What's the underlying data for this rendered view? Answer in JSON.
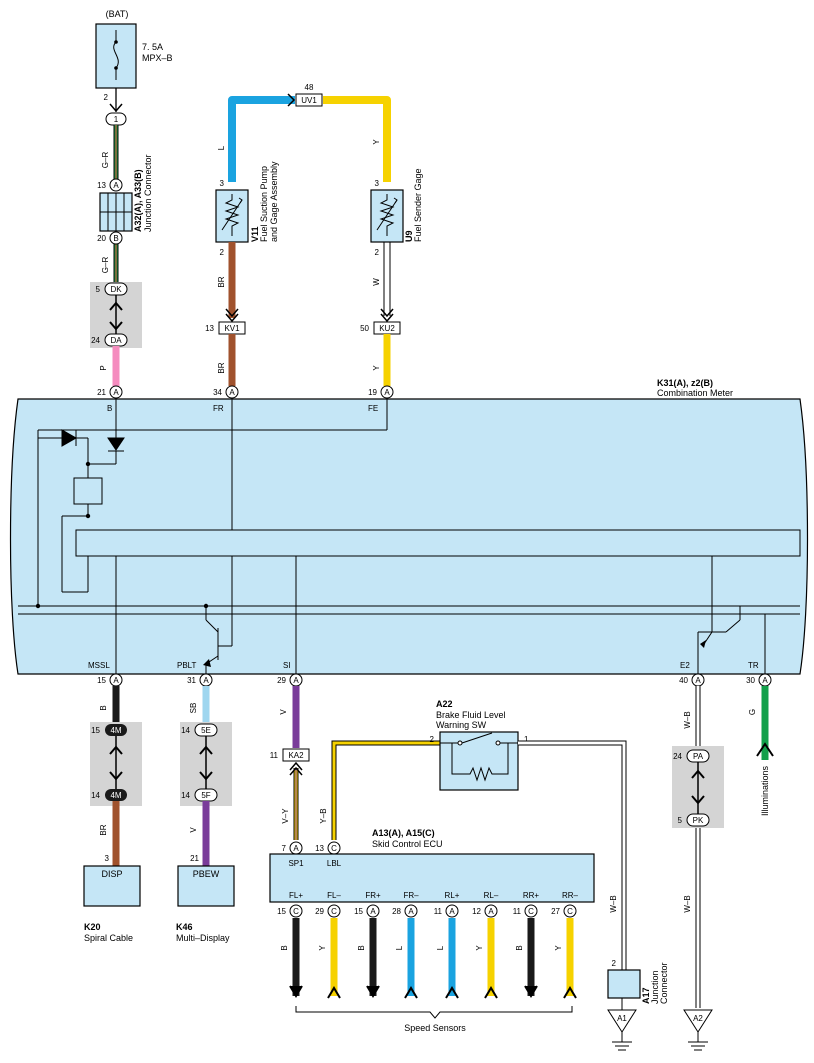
{
  "bat_label": "(BAT)",
  "fuse": {
    "rating": "7. 5A",
    "name": "MPX–B",
    "pin_out": "2"
  },
  "conn_1": "1",
  "wire_colors": {
    "gr_top": "G–R",
    "gr_bottom": "G–R",
    "p": "P",
    "l": "L",
    "y_top": "Y",
    "br_top": "BR",
    "br_bottom": "BR",
    "w": "W",
    "y_bottom": "Y",
    "b_mssl": "B",
    "br_disp": "BR",
    "sb": "SB",
    "v_pbew": "V",
    "v_si": "V",
    "v_y": "V–Y",
    "y_b": "Y–B",
    "w_b_ecu": "W–B",
    "w_b_e2_top": "W–B",
    "w_b_e2_bottom": "W–B",
    "g_tr": "G"
  },
  "junction_a32": {
    "id": "A32(A), A33(B)",
    "name": "Junction Connector",
    "pin_top": "13",
    "pin_top_letter": "A",
    "pin_bottom": "20",
    "pin_bottom_letter": "B"
  },
  "dk_da": {
    "dk_num": "5",
    "dk": "DK",
    "da_num": "24",
    "da": "DA"
  },
  "uv1": {
    "num": "48",
    "label": "UV1"
  },
  "v11": {
    "id": "V11",
    "name1": "Fuel Suction Pump",
    "name2": "and Gage Assembly",
    "pin_top": "3",
    "pin_bottom": "2"
  },
  "u9": {
    "id": "U9",
    "name": "Fuel Sender Gage",
    "pin_top": "3",
    "pin_bottom": "2"
  },
  "kv1": {
    "num": "13",
    "label": "KV1"
  },
  "ku2": {
    "num": "50",
    "label": "KU2"
  },
  "meter": {
    "id": "K31(A), z2(B)",
    "name": "Combination Meter",
    "pins_top": [
      {
        "num": "21",
        "letter": "A",
        "term": "B"
      },
      {
        "num": "34",
        "letter": "A",
        "term": "FR"
      },
      {
        "num": "19",
        "letter": "A",
        "term": "FE"
      }
    ],
    "pins_bottom": [
      {
        "num": "15",
        "letter": "A",
        "term": "MSSL"
      },
      {
        "num": "31",
        "letter": "A",
        "term": "PBLT"
      },
      {
        "num": "29",
        "letter": "A",
        "term": "SI"
      },
      {
        "num": "40",
        "letter": "A",
        "term": "E2"
      },
      {
        "num": "30",
        "letter": "A",
        "term": "TR"
      }
    ]
  },
  "a22": {
    "id": "A22",
    "name1": "Brake Fluid Level",
    "name2": "Warning SW",
    "pin_left": "2",
    "pin_right": "1"
  },
  "c4m": {
    "top_num": "15",
    "top": "4M",
    "bottom_num": "14",
    "bottom": "4M"
  },
  "c5e": {
    "top_num": "14",
    "top": "5E",
    "bottom_num": "14",
    "bottom": "5F"
  },
  "ka2": {
    "num": "11",
    "label": "KA2"
  },
  "ecu": {
    "id": "A13(A), A15(C)",
    "name": "Skid Control ECU",
    "pin_sp1": {
      "num": "7",
      "letter": "A",
      "term": "SP1"
    },
    "pin_lbl": {
      "num": "13",
      "letter": "C",
      "term": "LBL"
    },
    "speed_pins": [
      {
        "term": "FL+",
        "num": "15",
        "letter": "C",
        "wire": "B"
      },
      {
        "term": "FL–",
        "num": "29",
        "letter": "C",
        "wire": "Y"
      },
      {
        "term": "FR+",
        "num": "15",
        "letter": "A",
        "wire": "B"
      },
      {
        "term": "FR–",
        "num": "28",
        "letter": "A",
        "wire": "L"
      },
      {
        "term": "RL+",
        "num": "11",
        "letter": "A",
        "wire": "L"
      },
      {
        "term": "RL–",
        "num": "12",
        "letter": "A",
        "wire": "Y"
      },
      {
        "term": "RR+",
        "num": "11",
        "letter": "C",
        "wire": "B"
      },
      {
        "term": "RR–",
        "num": "27",
        "letter": "C",
        "wire": "Y"
      }
    ]
  },
  "pa_pk": {
    "pa_num": "24",
    "pa": "PA",
    "pk_num": "5",
    "pk": "PK"
  },
  "illuminations": "Illuminations",
  "k20": {
    "id": "K20",
    "name": "Spiral Cable",
    "term": "DISP",
    "pin": "3"
  },
  "k46": {
    "id": "K46",
    "name": "Multi–Display",
    "term": "PBEW",
    "pin": "21"
  },
  "a17": {
    "id": "A17",
    "name1": "Junction",
    "name2": "Connector",
    "pin": "2"
  },
  "ground_a1": "A1",
  "ground_a2": "A2",
  "speed_sensors": "Speed Sensors",
  "colors": {
    "panel": "#c5e6f6",
    "connector_gray": "#d4d4d4",
    "L": "#1aa3e0",
    "Y": "#f6d200",
    "BR": "#a0522d",
    "P": "#f58cbf",
    "B": "#1a1a1a",
    "SB": "#9fd6ef",
    "V": "#7a3c9a",
    "G": "#12a04a",
    "R": "#e23b2e",
    "W": "#ffffff"
  }
}
